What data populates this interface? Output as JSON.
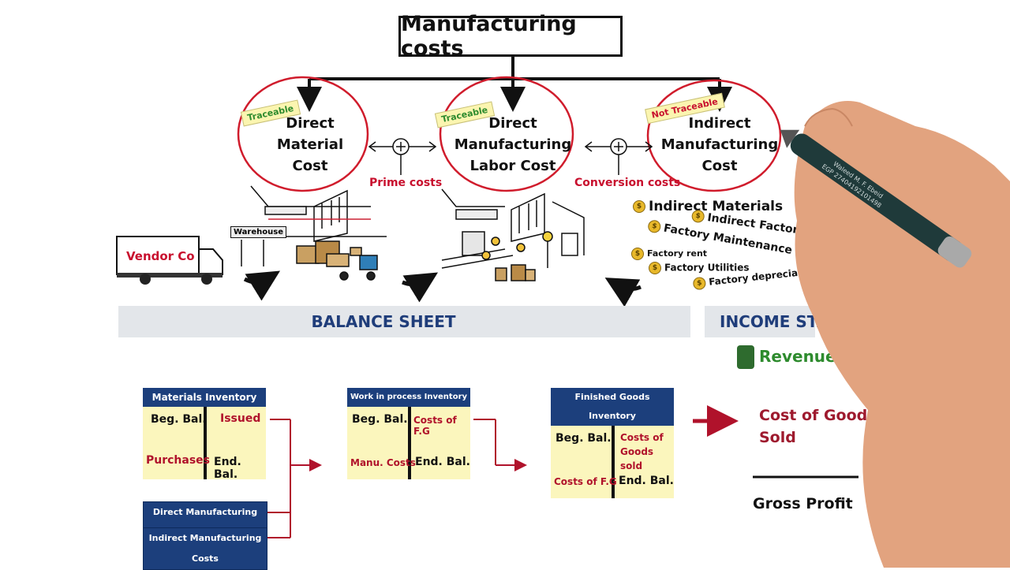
{
  "title": "Manufacturing costs",
  "cost_types": [
    {
      "label": "Direct\nMaterial\nCost",
      "tag": "Traceable"
    },
    {
      "label": "Direct\nManufacturing\nLabor Cost",
      "tag": "Traceable"
    },
    {
      "label": "Indirect\nManufacturing\nCost",
      "tag": "Not Traceable"
    }
  ],
  "groupings": {
    "prime": "Prime costs",
    "conversion": "Conversion costs"
  },
  "illustrations": {
    "vendor": "Vendor Co",
    "warehouse": "Warehouse"
  },
  "indirect_items": [
    "Indirect Materials",
    "Indirect Factory l",
    "Factory Maintenance",
    "Factory rent",
    "Factory Utilities",
    "Factory depreciation"
  ],
  "balance_sheet": {
    "title": "BALANCE SHEET",
    "materials": {
      "header": "Materials Inventory",
      "tl": "Beg. Bal.",
      "tr": "Issued",
      "bl": "Purchases",
      "br": "End. Bal."
    },
    "wip": {
      "header": "Work in process Inventory",
      "tl": "Beg. Bal.",
      "tr": "Costs of F.G",
      "bl": "Manu. Costs",
      "br": "End. Bal."
    },
    "finished": {
      "header": "Finished Goods Inventory",
      "tl": "Beg. Bal.",
      "tr": "Costs of\nGoods sold",
      "bl": "Costs of F.G",
      "br": "End. Bal."
    },
    "labor_box": "Direct Manufacturing Labor",
    "indirect_box": "Indirect Manufacturing Costs"
  },
  "income_statement": {
    "title": "INCOME STATE",
    "revenues": "Revenues",
    "cogs": "Cost of Goods\nSold",
    "gross_profit": "Gross Profit"
  },
  "pen_text": [
    "Waleed M. F. Ebeid",
    "EGP 27404192101498"
  ],
  "colors": {
    "navy": "#1c3f7c",
    "red": "#c8102e",
    "yellow": "#fbf6bd",
    "green": "#2e8b2e"
  }
}
